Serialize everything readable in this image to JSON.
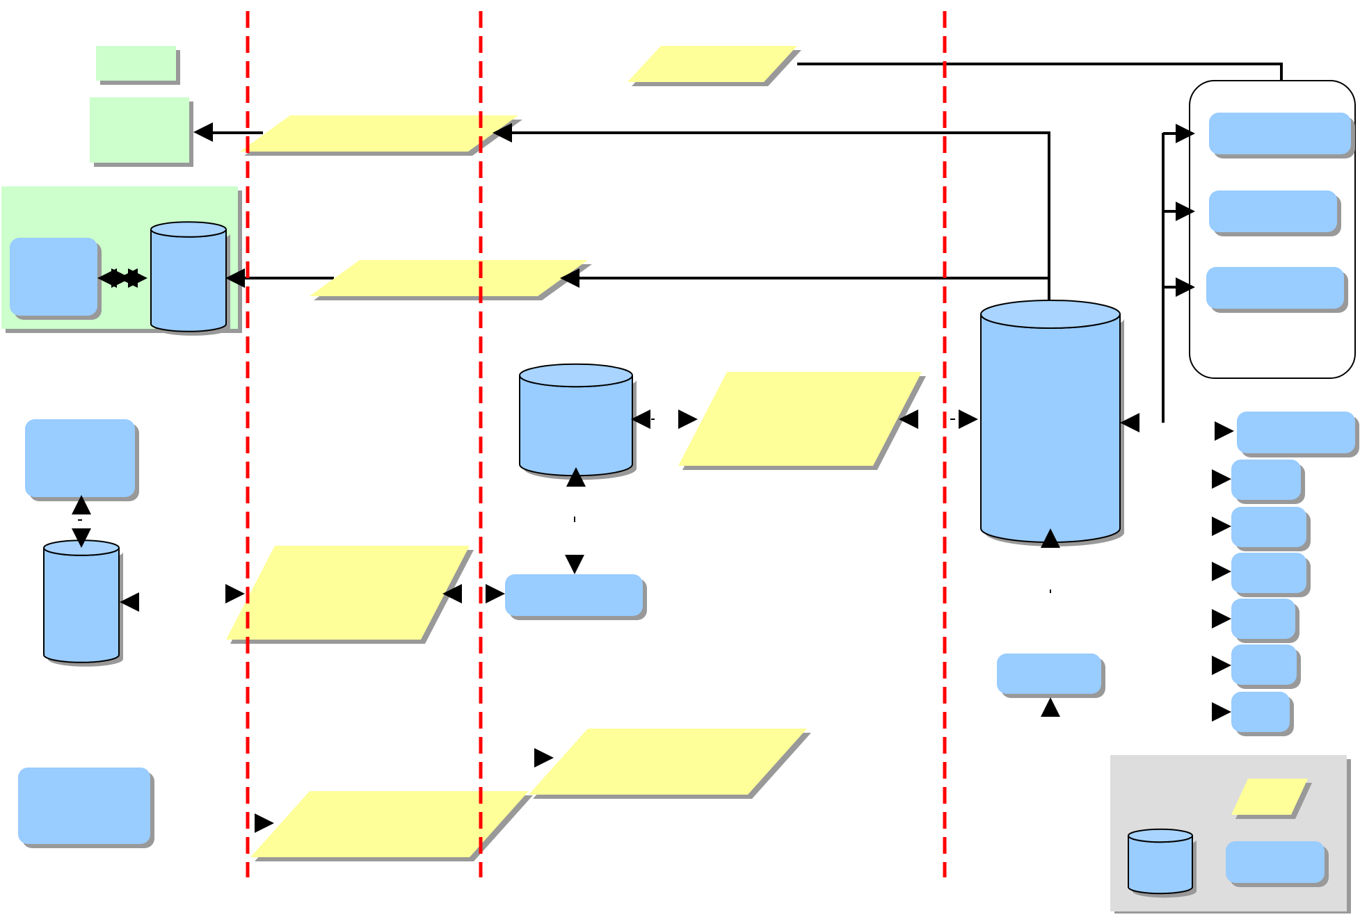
{
  "diagram": {
    "kind": "data-flow-architecture",
    "labels_visible": false,
    "colors": {
      "background": "#ffffff",
      "process_box": "#99ccff",
      "data_parallelogram": "#ffff99",
      "external_group": "#ccffcc",
      "legend_panel": "#dddddd",
      "boundary_line": "#ff0000",
      "connector": "#000000",
      "shadow": "#999999"
    },
    "boundary_style": "dashed",
    "legend": {
      "symbols": [
        "data-parallelogram",
        "database-cylinder",
        "process-box"
      ]
    }
  }
}
